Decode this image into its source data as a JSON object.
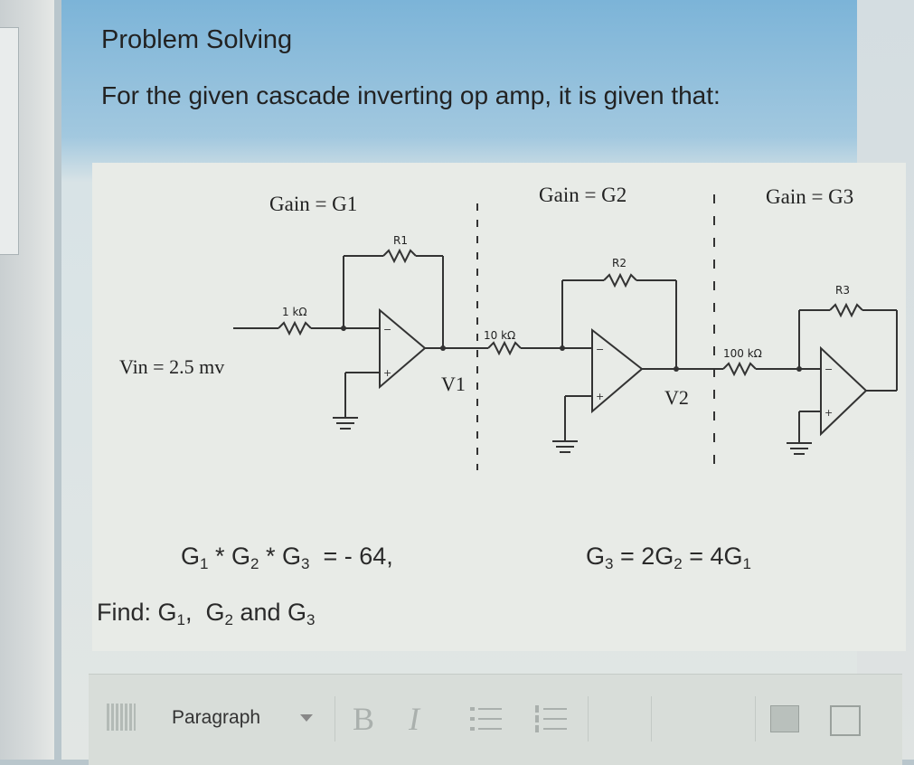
{
  "problem": {
    "title": "Problem Solving",
    "intro": "For the given cascade inverting op amp, it is given that:"
  },
  "circuit": {
    "stage_labels": [
      "Gain = G1",
      "Gain = G2",
      "Gain = G3"
    ],
    "vin_label": "Vin = 2.5 mv",
    "resistor_labels": [
      "R1",
      "R2",
      "R3"
    ],
    "input_resistors": [
      "1 kΩ",
      "10 kΩ",
      "100 kΩ"
    ],
    "node_labels": [
      "V1",
      "V2"
    ]
  },
  "equations": {
    "product_parts": [
      "G",
      "1",
      " * G",
      "2",
      " * G",
      "3",
      "  = - 64,"
    ],
    "ratio_parts": [
      "G",
      "3",
      " = 2G",
      "2",
      " = 4G",
      "1"
    ],
    "find_parts": [
      "Find: G",
      "1",
      ",  G",
      "2",
      " and G",
      "3"
    ]
  },
  "toolbar": {
    "paragraph_label": "Paragraph",
    "bold_label": "B",
    "italic_label": "I"
  },
  "icons": [
    "dropdown-caret-icon",
    "bullet-list-icon",
    "numbered-list-icon",
    "image-icon",
    "media-icon",
    "toolbar-grip-icon"
  ]
}
